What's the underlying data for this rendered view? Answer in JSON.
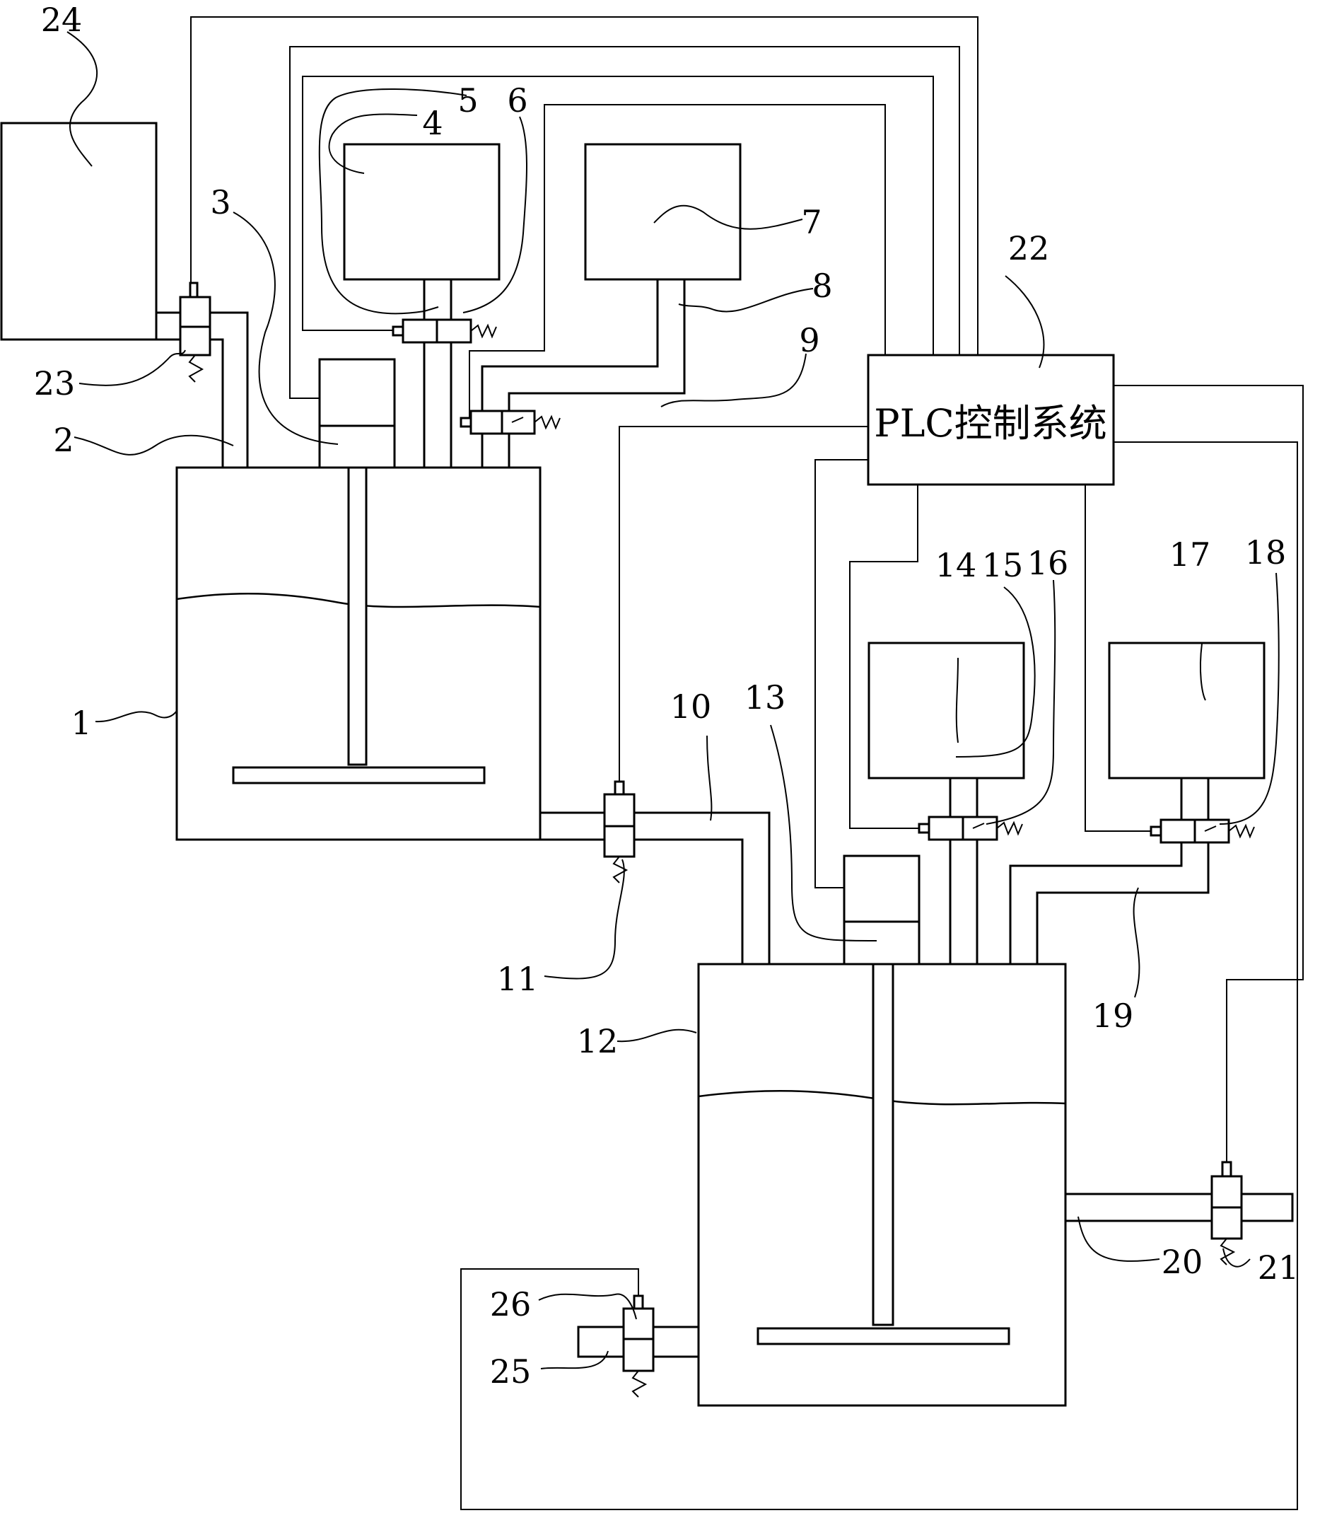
{
  "plc_label": "PLC控制系统",
  "labels": {
    "l1": "1",
    "l2": "2",
    "l3": "3",
    "l4": "4",
    "l5": "5",
    "l6": "6",
    "l7": "7",
    "l8": "8",
    "l9": "9",
    "l10": "10",
    "l11": "11",
    "l12": "12",
    "l13": "13",
    "l14": "14",
    "l15": "15",
    "l16": "16",
    "l17": "17",
    "l18": "18",
    "l19": "19",
    "l20": "20",
    "l21": "21",
    "l22": "22",
    "l23": "23",
    "l24": "24",
    "l25": "25",
    "l26": "26"
  }
}
